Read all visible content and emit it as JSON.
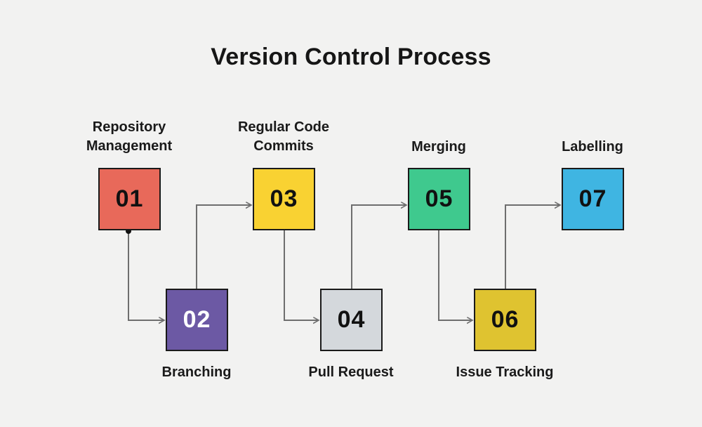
{
  "title": "Version Control Process",
  "colors": {
    "background": "#F2F2F1",
    "connector": "#6E6E6E",
    "box_border": "#1A1A1A"
  },
  "steps": [
    {
      "number": "01",
      "label": "Repository Management",
      "color": "#E8695A",
      "number_color": "#111111",
      "label_position": "top"
    },
    {
      "number": "02",
      "label": "Branching",
      "color": "#6C59A4",
      "number_color": "#FFFFFF",
      "label_position": "bottom"
    },
    {
      "number": "03",
      "label": "Regular Code Commits",
      "color": "#F9D232",
      "number_color": "#111111",
      "label_position": "top"
    },
    {
      "number": "04",
      "label": "Pull Request",
      "color": "#D4D8DC",
      "number_color": "#111111",
      "label_position": "bottom"
    },
    {
      "number": "05",
      "label": "Merging",
      "color": "#3FC98E",
      "number_color": "#111111",
      "label_position": "top"
    },
    {
      "number": "06",
      "label": "Issue Tracking",
      "color": "#DFC330",
      "number_color": "#111111",
      "label_position": "bottom"
    },
    {
      "number": "07",
      "label": "Labelling",
      "color": "#3FB5E2",
      "number_color": "#111111",
      "label_position": "top"
    }
  ],
  "connections": [
    {
      "from": "01",
      "to": "02",
      "start_dot": true
    },
    {
      "from": "02",
      "to": "03",
      "start_dot": false
    },
    {
      "from": "03",
      "to": "04",
      "start_dot": false
    },
    {
      "from": "04",
      "to": "05",
      "start_dot": false
    },
    {
      "from": "05",
      "to": "06",
      "start_dot": false
    },
    {
      "from": "06",
      "to": "07",
      "start_dot": false
    }
  ]
}
